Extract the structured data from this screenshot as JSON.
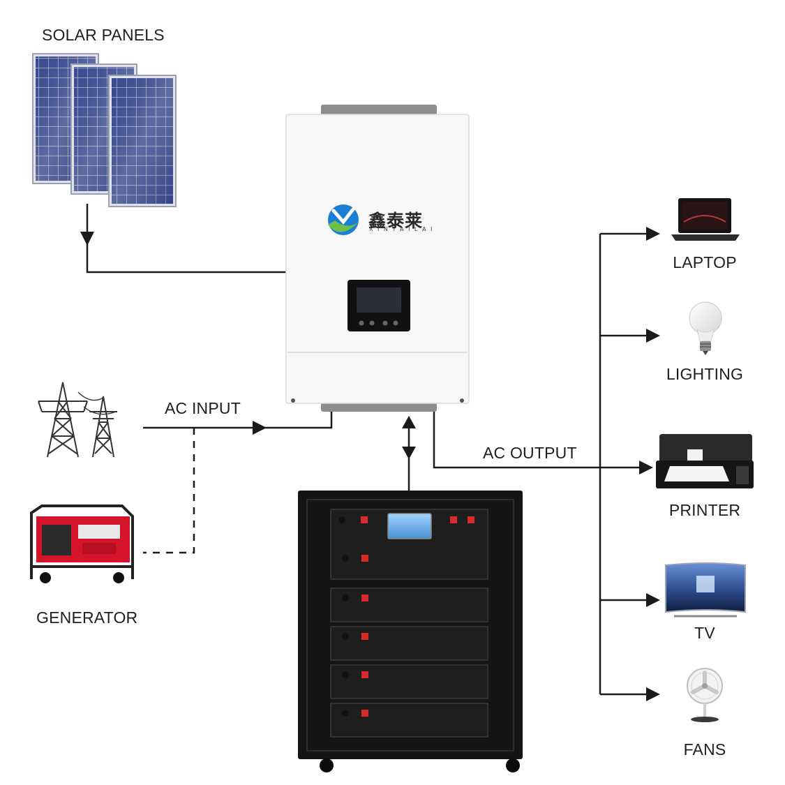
{
  "labels": {
    "solar_panels": "SOLAR PANELS",
    "ac_input": "AC INPUT",
    "ac_output": "AC OUTPUT",
    "generator": "GENERATOR",
    "laptop": "LAPTOP",
    "lighting": "LIGHTING",
    "printer": "PRINTER",
    "tv": "TV",
    "fans": "FANS"
  },
  "inverter_brand": {
    "name_cn": "鑫泰莱",
    "name_latin": "XINTAILAI"
  },
  "colors": {
    "line": "#1a1a1a",
    "inverter_body": "#f7f7f7",
    "cabinet": "#151515",
    "panel_cell": "#3a4a8c",
    "generator_red": "#d3142a",
    "logo_blue": "#1a7fd4",
    "logo_green": "#6cc04a"
  }
}
